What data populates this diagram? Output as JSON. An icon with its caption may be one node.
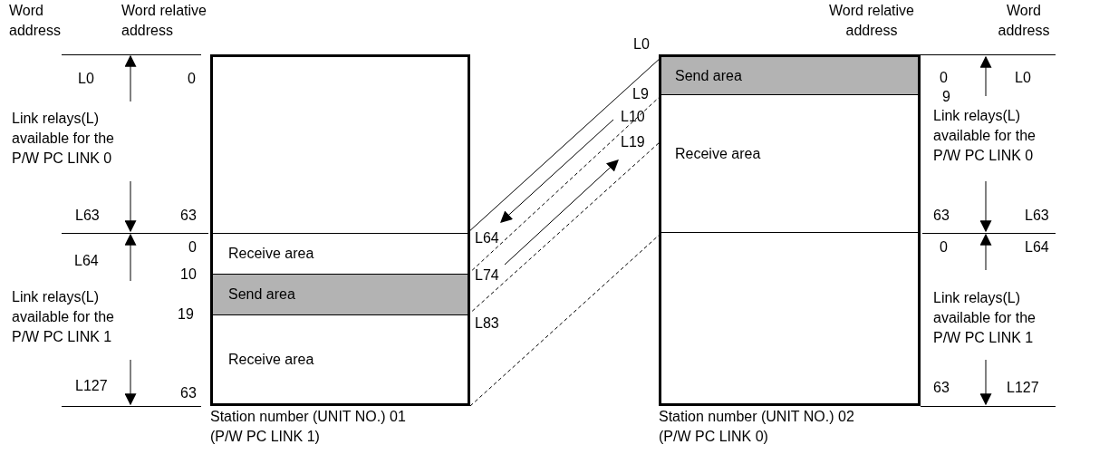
{
  "diagram": {
    "nodes": [
      {
        "text": [],
        "shape": "box",
        "beside": [
          "Station number (UNIT NO.) 01",
          "(P/W PC LINK 1)"
        ]
      },
      {
        "text": [
          "Receive area"
        ],
        "in": 0
      },
      {
        "text": [
          "Send area"
        ],
        "in": 0
      },
      {
        "text": [
          "Receive area"
        ],
        "in": 0
      },
      {
        "text": [],
        "shape": "box",
        "beside": [
          "Station number (UNIT NO.) 02",
          "(P/W PC LINK 0)"
        ]
      },
      {
        "text": [
          "Send area"
        ],
        "in": 4
      },
      {
        "text": [
          "Receive area"
        ],
        "in": 4
      }
    ],
    "edges": [
      {
        "from": 1,
        "to": 5,
        "arrow": "none"
      },
      {
        "from": 2,
        "to": 5,
        "arrow": "none",
        "style": "dashed"
      },
      {
        "from": 2,
        "to": 6,
        "arrow": "none",
        "style": "dashed"
      },
      {
        "from": 0,
        "to": 6,
        "arrow": "none",
        "style": "dashed"
      }
    ],
    "labels": [
      "Word address",
      "Word relative address",
      "L0",
      "0",
      "Link relays(L) available for the P/W PC LINK 0",
      "L63",
      "63",
      "L64",
      "0",
      "10",
      "Link relays(L) available for the P/W PC LINK 1",
      "19",
      "L127",
      "63",
      "L0",
      "L9",
      "L10",
      "L19",
      "L64",
      "L74",
      "L83",
      "Word relative address",
      "Word address",
      "0",
      "L0",
      "9",
      "Link relays(L) available for the P/W PC LINK 0",
      "63",
      "L63",
      "0",
      "L64",
      "Link relays(L) available for the P/W PC LINK 1",
      "63",
      "L127"
    ]
  }
}
